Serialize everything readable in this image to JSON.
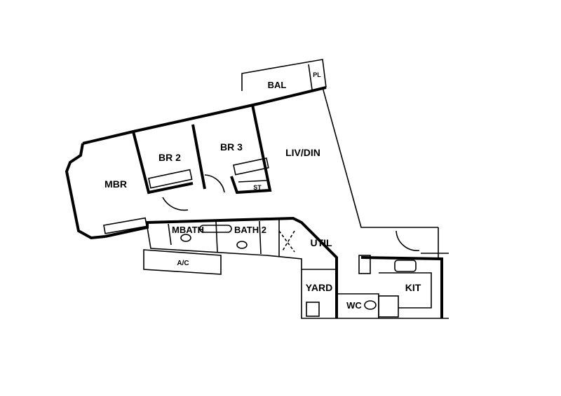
{
  "floor_plan": {
    "rooms": {
      "bal": "BAL",
      "pl": "PL",
      "mbr": "MBR",
      "br2": "BR 2",
      "br3": "BR 3",
      "st": "ST",
      "livdin": "LIV/DIN",
      "mbath": "MBATH",
      "bath2": "BATH 2",
      "util": "UTIL",
      "ac": "A/C",
      "yard": "YARD",
      "wc": "WC",
      "kit": "KIT"
    },
    "colors": {
      "line": "#000000",
      "background": "#ffffff"
    }
  }
}
